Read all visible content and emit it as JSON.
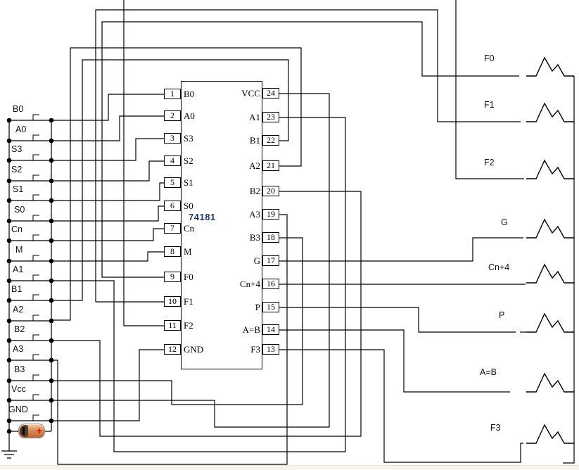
{
  "chip": {
    "name": "74181",
    "name_color": "#1f3864",
    "left_pins": [
      {
        "num": "1",
        "label": "B0"
      },
      {
        "num": "2",
        "label": "A0"
      },
      {
        "num": "3",
        "label": "S3"
      },
      {
        "num": "4",
        "label": "S2"
      },
      {
        "num": "5",
        "label": "S1"
      },
      {
        "num": "6",
        "label": "S0"
      },
      {
        "num": "7",
        "label": "Cn"
      },
      {
        "num": "8",
        "label": "M"
      },
      {
        "num": "9",
        "label": "F0"
      },
      {
        "num": "10",
        "label": "F1"
      },
      {
        "num": "11",
        "label": "F2"
      },
      {
        "num": "12",
        "label": "GND"
      }
    ],
    "right_pins": [
      {
        "num": "24",
        "label": "VCC"
      },
      {
        "num": "23",
        "label": "A1"
      },
      {
        "num": "22",
        "label": "B1"
      },
      {
        "num": "21",
        "label": "A2"
      },
      {
        "num": "20",
        "label": "B2"
      },
      {
        "num": "19",
        "label": "A3"
      },
      {
        "num": "18",
        "label": "B3"
      },
      {
        "num": "17",
        "label": "G"
      },
      {
        "num": "16",
        "label": "Cn+4"
      },
      {
        "num": "15",
        "label": "P"
      },
      {
        "num": "14",
        "label": "A=B"
      },
      {
        "num": "13",
        "label": "F3"
      }
    ]
  },
  "switches": {
    "labels": [
      "B0",
      "A0",
      "S3",
      "S2",
      "S1",
      "S0",
      "Cn",
      "M",
      "A1",
      "B1",
      "A2",
      "B2",
      "A3",
      "B3",
      "Vcc",
      "GND"
    ]
  },
  "outputs": {
    "labels": [
      "F0",
      "F1",
      "F2",
      "G",
      "Cn+4",
      "P",
      "A=B",
      "F3"
    ]
  },
  "battery": {
    "plus": "+"
  },
  "colors": {
    "wire": "#000000",
    "chip_label": "#1f3864",
    "battery_plus": "#e00000"
  }
}
